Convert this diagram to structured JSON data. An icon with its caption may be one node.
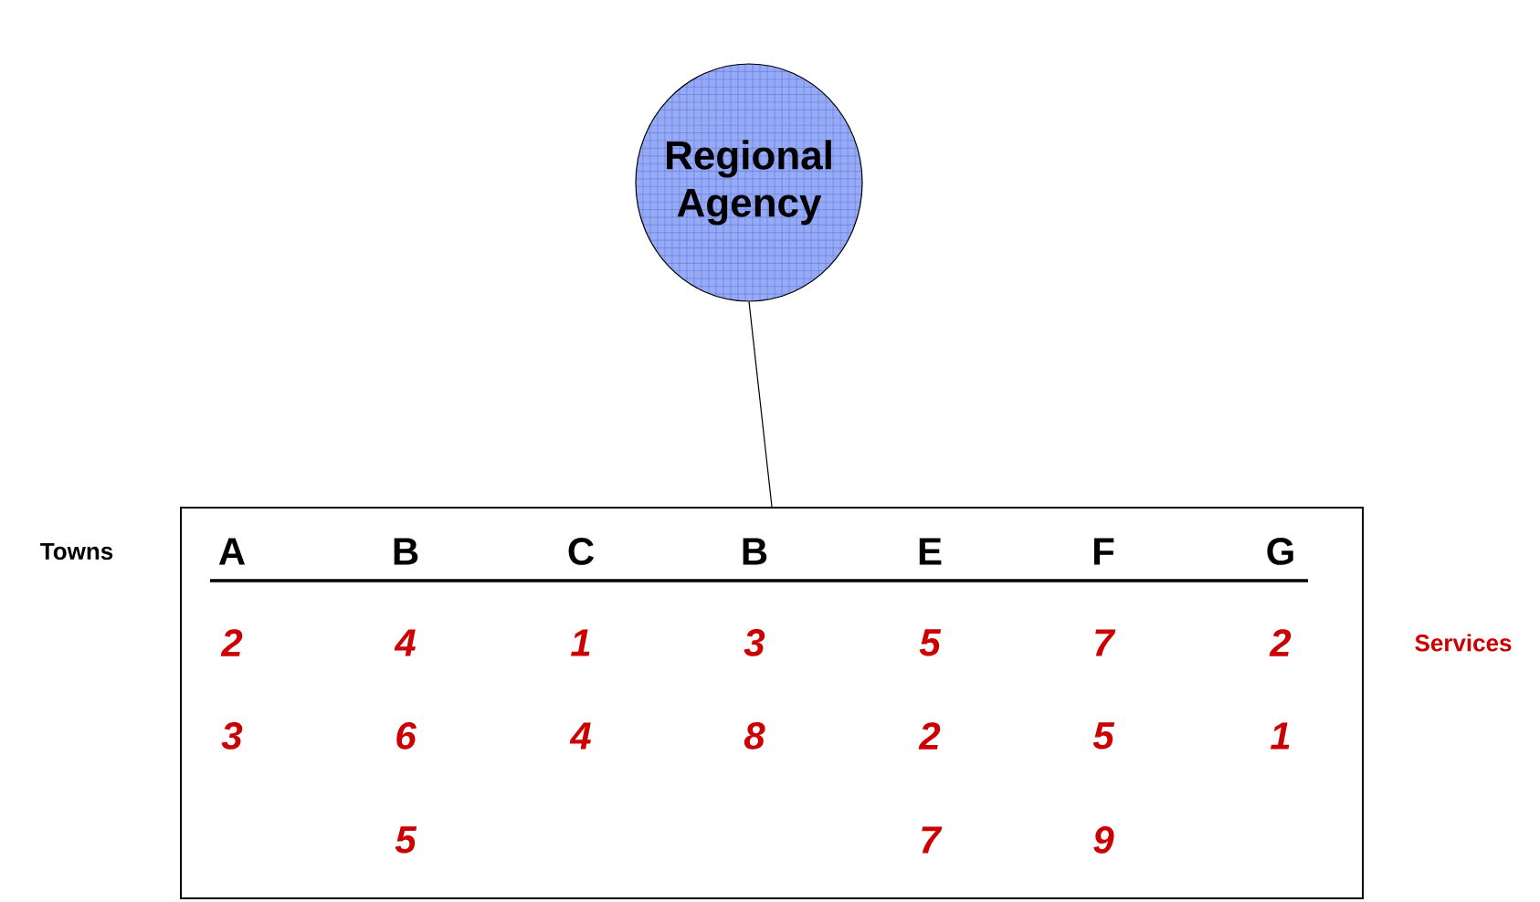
{
  "diagram": {
    "nodes": [
      {
        "text": [
          "Regional Agency"
        ]
      },
      {
        "text": [
          "A",
          "B",
          "C",
          "B",
          "E",
          "F",
          "G",
          "2",
          "4",
          "1",
          "3",
          "5",
          "7",
          "2",
          "3",
          "6",
          "4",
          "8",
          "2",
          "5",
          "1",
          "5",
          "7",
          "9"
        ]
      }
    ],
    "edges": [
      {
        "from": 0,
        "to": 1,
        "arrow": "none"
      }
    ],
    "labels": [
      "Towns",
      "Services"
    ]
  }
}
